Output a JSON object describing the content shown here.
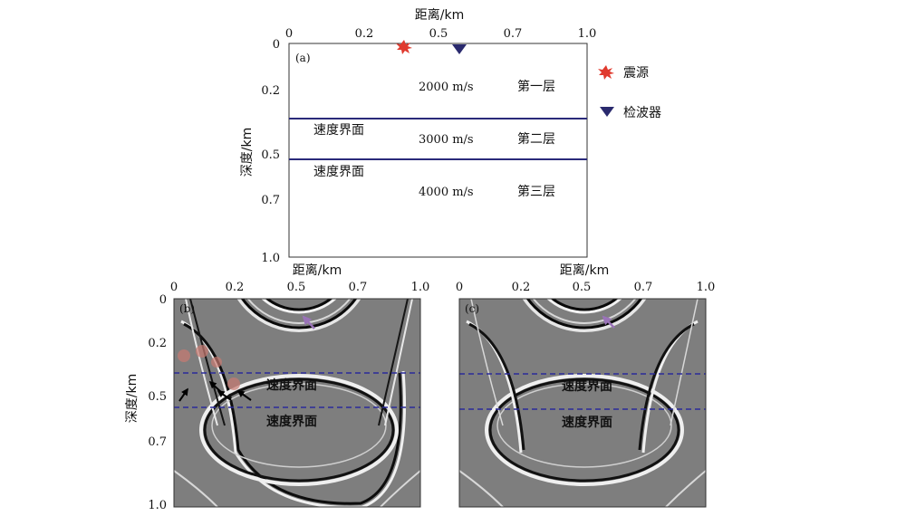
{
  "colors": {
    "interface_line": "#2a2a7a",
    "receiver": "#2a2a6e",
    "source": "#e03a2e",
    "seismic_bg": "#7e7e7e",
    "wave_arrow": "#000000",
    "marker_arrow": "#9a73b8"
  },
  "icons": {
    "source": "source-star-icon",
    "receiver": "receiver-triangle-icon"
  },
  "panel_a": {
    "label": "(a)",
    "x_axis": {
      "title": "距离/km",
      "ticks": [
        "0",
        "0.2",
        "0.5",
        "0.7",
        "1.0"
      ]
    },
    "y_axis": {
      "title": "深度/km",
      "ticks": [
        "0",
        "0.2",
        "0.5",
        "0.7",
        "1.0"
      ]
    },
    "source_x": 0.38,
    "receiver_x": 0.57,
    "layers": [
      {
        "velocity": "2000 m/s",
        "name": "第一层"
      },
      {
        "velocity": "3000 m/s",
        "name": "第二层"
      },
      {
        "velocity": "4000 m/s",
        "name": "第三层"
      }
    ],
    "interfaces": [
      {
        "label": "速度界面",
        "depth": 0.35
      },
      {
        "label": "速度界面",
        "depth": 0.54
      }
    ]
  },
  "legend": {
    "source_label": "震源",
    "receiver_label": "检波器"
  },
  "panel_b": {
    "label": "(b)",
    "x_axis": {
      "title": "距离/km",
      "ticks": [
        "0",
        "0.2",
        "0.5",
        "0.7",
        "1.0"
      ]
    },
    "y_axis": {
      "title": "深度/km",
      "ticks": [
        "0",
        "0.2",
        "0.5",
        "0.7",
        "1.0"
      ]
    },
    "interface_labels": [
      "速度界面",
      "速度界面"
    ]
  },
  "panel_c": {
    "label": "(c)",
    "x_axis": {
      "title": "距离/km",
      "ticks": [
        "0",
        "0.2",
        "0.5",
        "0.7",
        "1.0"
      ]
    },
    "interface_labels": [
      "速度界面",
      "速度界面"
    ]
  }
}
